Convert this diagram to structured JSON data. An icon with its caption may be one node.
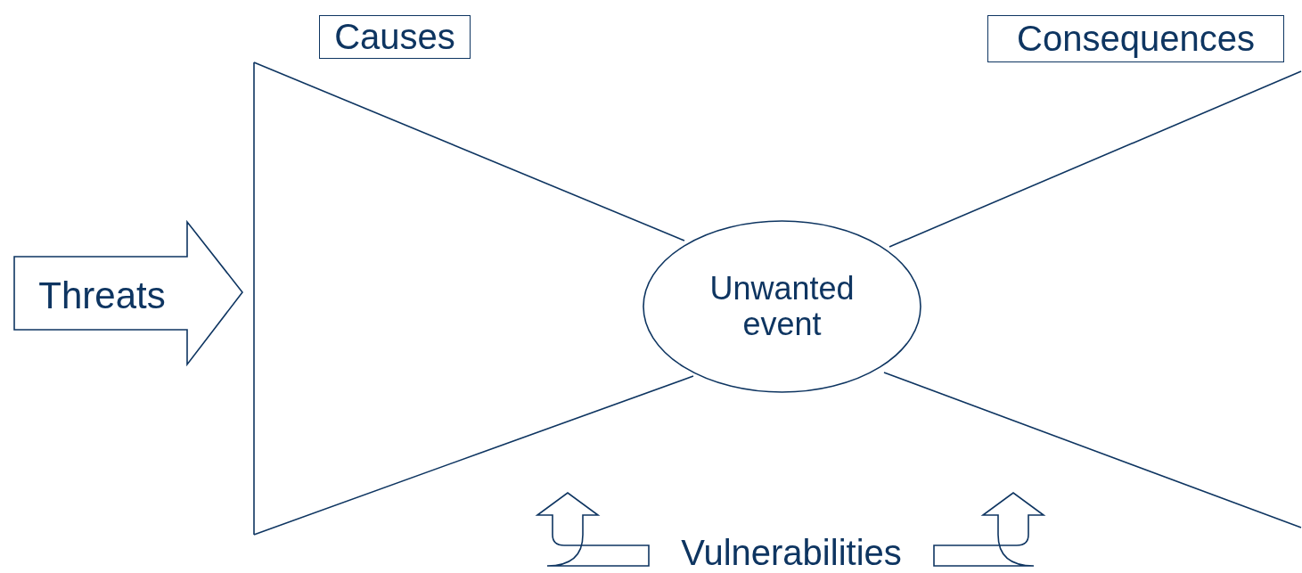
{
  "diagram": {
    "nodes": [
      {
        "text": [
          "Causes"
        ]
      },
      {
        "text": [
          "Consequences"
        ]
      },
      {
        "text": [
          "Threats"
        ]
      },
      {
        "text": [
          "Unwanted event"
        ]
      },
      {
        "text": [
          "Vulnerabilities"
        ]
      }
    ],
    "edges": [
      {
        "from": 4,
        "to": null,
        "arrow": "to"
      },
      {
        "from": 4,
        "to": null,
        "arrow": "to"
      }
    ]
  }
}
